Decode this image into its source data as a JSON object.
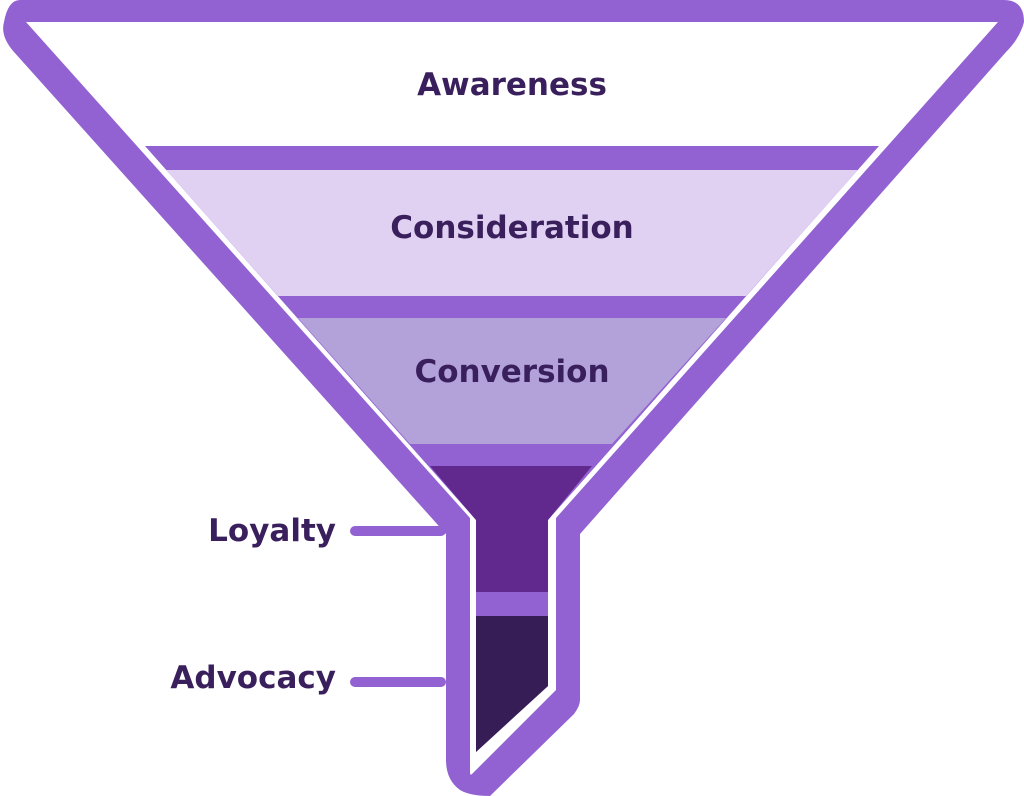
{
  "funnel": {
    "stages": [
      {
        "label": "Awareness",
        "fill": "#ffffff"
      },
      {
        "label": "Consideration",
        "fill": "#e0d1f3"
      },
      {
        "label": "Conversion",
        "fill": "#b3a2d9"
      },
      {
        "label": "Loyalty",
        "fill": "#61288d"
      },
      {
        "label": "Advocacy",
        "fill": "#371d55"
      }
    ],
    "outline_color": "#9262d3",
    "text_color": "#3a1f5d"
  }
}
